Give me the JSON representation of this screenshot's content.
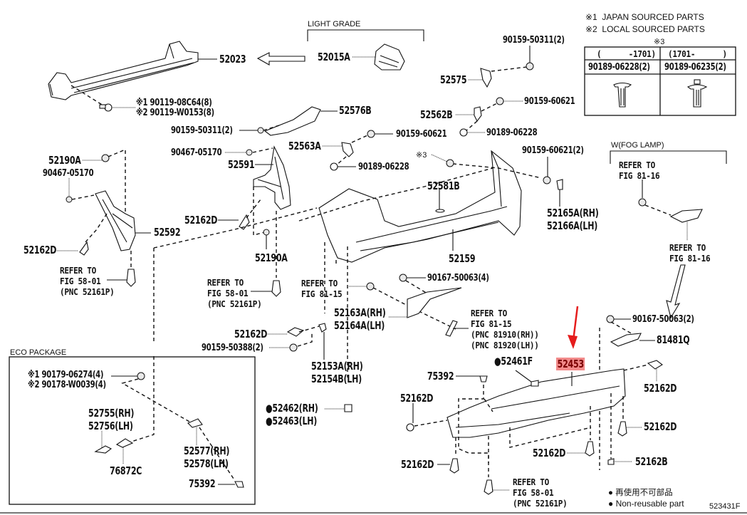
{
  "diagram": {
    "figure_id": "523431F",
    "highlight_color": "#f28b8b",
    "arrow_color": "#e51c1c",
    "highlighted_part": "52453"
  },
  "legend": {
    "note1": "※1  JAPAN SOURCED PARTS",
    "note2": "※2  LOCAL SOURCED PARTS",
    "non_reusable_jp": "● 再使用不可部品",
    "non_reusable_en": "● Non-reusable part"
  },
  "clip_table": {
    "title": "※3",
    "columns": [
      {
        "range": "(      -1701)",
        "part": "90189-06228(2)"
      },
      {
        "range": "(1701-      )",
        "part": "90189-06235(2)"
      }
    ]
  },
  "groups": {
    "light_grade": "LIGHT GRADE",
    "fog_lamp": "W(FOG LAMP)",
    "eco_package": "ECO PACKAGE"
  },
  "labels": {
    "p52023": "52023",
    "p52015A": "52015A",
    "bolt_08C64": "※1 90119-08C64(8)",
    "bolt_W0153": "※2 90119-W0153(8)",
    "p90159_50311_top": "90159-50311(2)",
    "p52575": "52575",
    "p90159_60621_a": "90159-60621",
    "p52562B": "52562B",
    "p90189_06228_a": "90189-06228",
    "p52576B": "52576B",
    "p90159_50311_mid": "90159-50311(2)",
    "p90467_05170_a": "90467-05170",
    "p52591": "52591",
    "p52563A": "52563A",
    "p90159_60621_b": "90159-60621",
    "p90189_06228_b": "90189-06228",
    "p52190A_a": "52190A",
    "p90467_05170_b": "90467-05170",
    "p52592": "52592",
    "p52162D_a": "52162D",
    "refer_58_a": "REFER TO\nFIG 58-01\n(PNC 52161P)",
    "p52162D_b": "52162D",
    "p52190A_b": "52190A",
    "refer_58_b": "REFER TO\nFIG 58-01\n(PNC 52161P)",
    "note3": "※3",
    "p52581B": "52581B",
    "p90159_60621_2": "90159-60621(2)",
    "p52165A": "52165A(RH)\n52166A(LH)",
    "p52159": "52159",
    "refer_81_16_a": "REFER TO\nFIG 81-16",
    "refer_81_16_b": "REFER TO\nFIG 81-16",
    "refer_81_15_a": "REFER TO\nFIG 81-15",
    "p90167_50063_4": "90167-50063(4)",
    "p52163A": "52163A(RH)\n52164A(LH)",
    "refer_81_15_b": "REFER TO\nFIG 81-15\n(PNC 81910(RH))\n(PNC 81920(LH))",
    "p52162D_c": "52162D",
    "p90159_50388": "90159-50388(2)",
    "p52153A": "52153A(RH)\n52154B(LH)",
    "p52462": "●52462(RH)\n●52463(LH)",
    "p90167_50063_2": "90167-50063(2)",
    "p81481Q": "81481Q",
    "p52461F": "●52461F",
    "p52453": "52453",
    "p75392_a": "75392",
    "p52162D_d": "52162D",
    "p52162D_e": "52162D",
    "p52162D_f": "52162D",
    "p52162D_g": "52162D",
    "p52162D_h": "52162D",
    "p52162B": "52162B",
    "refer_58_c": "REFER TO\nFIG 58-01\n(PNC 52161P)",
    "eco_nut1": "※1 90179-06274(4)",
    "eco_nut2": "※2 90178-W0039(4)",
    "p52755": "52755(RH)\n52756(LH)",
    "p76872C": "76872C",
    "p52577": "52577(RH)\n52578(LH)",
    "p75392_b": "75392"
  }
}
